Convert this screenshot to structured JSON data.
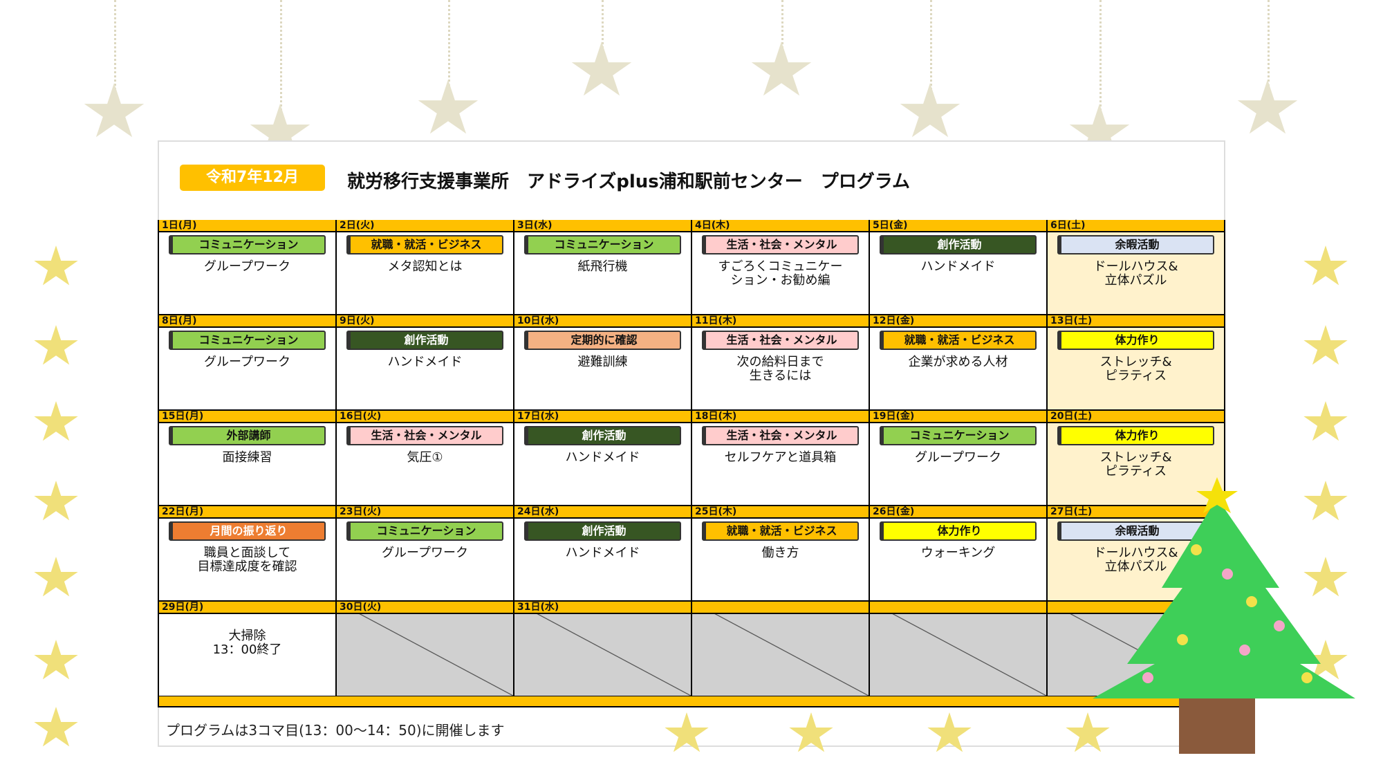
{
  "header": {
    "month": "令和7年12月",
    "title": "就労移行支援事業所　アドライズplus浦和駅前センター　プログラム"
  },
  "colors": {
    "communication": "#92d050",
    "job": "#ffc000",
    "life": "#ffcccc",
    "craft": "#375623",
    "leisure": "#dae3f3",
    "fitness": "#ffff00",
    "check": "#f4b183",
    "review": "#ed7d31",
    "header": "#ffc000",
    "saturday": "#fff2cc"
  },
  "weeks": [
    [
      {
        "day": "1日(月)",
        "tag": "コミュニケーション",
        "c": "communication",
        "text": "グループワーク"
      },
      {
        "day": "2日(火)",
        "tag": "就職・就活・ビジネス",
        "c": "job",
        "text": "メタ認知とは"
      },
      {
        "day": "3日(水)",
        "tag": "コミュニケーション",
        "c": "communication",
        "text": "紙飛行機"
      },
      {
        "day": "4日(木)",
        "tag": "生活・社会・メンタル",
        "c": "life",
        "text": "すごろくコミュニケー\nション・お勧め編"
      },
      {
        "day": "5日(金)",
        "tag": "創作活動",
        "c": "craft",
        "text": "ハンドメイド"
      },
      {
        "day": "6日(土)",
        "tag": "余暇活動",
        "c": "leisure",
        "text": "ドールハウス&\n立体パズル",
        "sat": true
      }
    ],
    [
      {
        "day": "8日(月)",
        "tag": "コミュニケーション",
        "c": "communication",
        "text": "グループワーク"
      },
      {
        "day": "9日(火)",
        "tag": "創作活動",
        "c": "craft",
        "text": "ハンドメイド"
      },
      {
        "day": "10日(水)",
        "tag": "定期的に確認",
        "c": "check",
        "text": "避難訓練"
      },
      {
        "day": "11日(木)",
        "tag": "生活・社会・メンタル",
        "c": "life",
        "text": "次の給料日まで\n生きるには"
      },
      {
        "day": "12日(金)",
        "tag": "就職・就活・ビジネス",
        "c": "job",
        "text": "企業が求める人材"
      },
      {
        "day": "13日(土)",
        "tag": "体力作り",
        "c": "fitness",
        "text": "ストレッチ&\nピラティス",
        "sat": true
      }
    ],
    [
      {
        "day": "15日(月)",
        "tag": "外部講師",
        "c": "communication",
        "text": "面接練習"
      },
      {
        "day": "16日(火)",
        "tag": "生活・社会・メンタル",
        "c": "life",
        "text": "気圧①"
      },
      {
        "day": "17日(水)",
        "tag": "創作活動",
        "c": "craft",
        "text": "ハンドメイド"
      },
      {
        "day": "18日(木)",
        "tag": "生活・社会・メンタル",
        "c": "life",
        "text": "セルフケアと道具箱"
      },
      {
        "day": "19日(金)",
        "tag": "コミュニケーション",
        "c": "communication",
        "text": "グループワーク"
      },
      {
        "day": "20日(土)",
        "tag": "体力作り",
        "c": "fitness",
        "text": "ストレッチ&\nピラティス",
        "sat": true
      }
    ],
    [
      {
        "day": "22日(月)",
        "tag": "月間の振り返り",
        "c": "review",
        "text": "職員と面談して\n目標達成度を確認"
      },
      {
        "day": "23日(火)",
        "tag": "コミュニケーション",
        "c": "communication",
        "text": "グループワーク"
      },
      {
        "day": "24日(水)",
        "tag": "創作活動",
        "c": "craft",
        "text": "ハンドメイド"
      },
      {
        "day": "25日(木)",
        "tag": "就職・就活・ビジネス",
        "c": "job",
        "text": "働き方"
      },
      {
        "day": "26日(金)",
        "tag": "体力作り",
        "c": "fitness",
        "text": "ウォーキング"
      },
      {
        "day": "27日(土)",
        "tag": "余暇活動",
        "c": "leisure",
        "text": "ドールハウス&\n立体パズル",
        "sat": true
      }
    ],
    [
      {
        "day": "29日(月)",
        "text": "大掃除\n13：00終了"
      },
      {
        "day": "30日(火)",
        "blank": true
      },
      {
        "day": "31日(水)",
        "blank": true
      },
      {
        "day": "",
        "blank": true
      },
      {
        "day": "",
        "blank": true
      },
      {
        "day": "",
        "blank": true
      }
    ]
  ],
  "footer": {
    "note": "プログラムは3コマ目(13：00〜14：50)に開催します"
  }
}
